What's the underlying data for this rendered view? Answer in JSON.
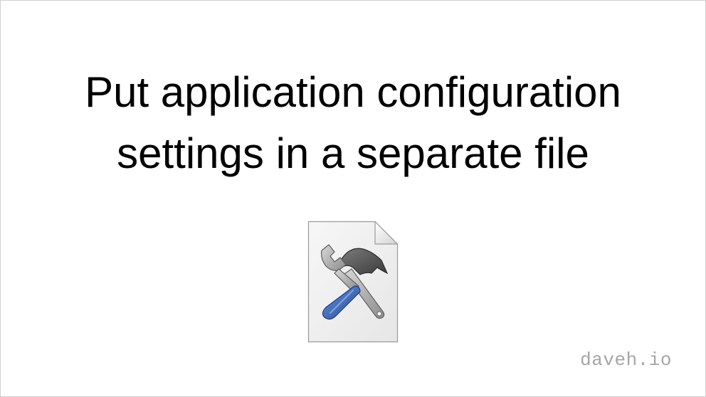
{
  "slide": {
    "title_line_1": "Put application configuration",
    "title_line_2": "settings in a separate file",
    "watermark": "daveh.io"
  },
  "icon": {
    "name": "settings-file-icon",
    "depicts": "document with crossed wrench and hammer"
  },
  "colors": {
    "background": "#ffffff",
    "title": "#000000",
    "watermark": "#a6a6a6",
    "wrench_handle": "#3b66b5",
    "tool_metal": "#9a9a9a",
    "hammer_head": "#555555"
  }
}
